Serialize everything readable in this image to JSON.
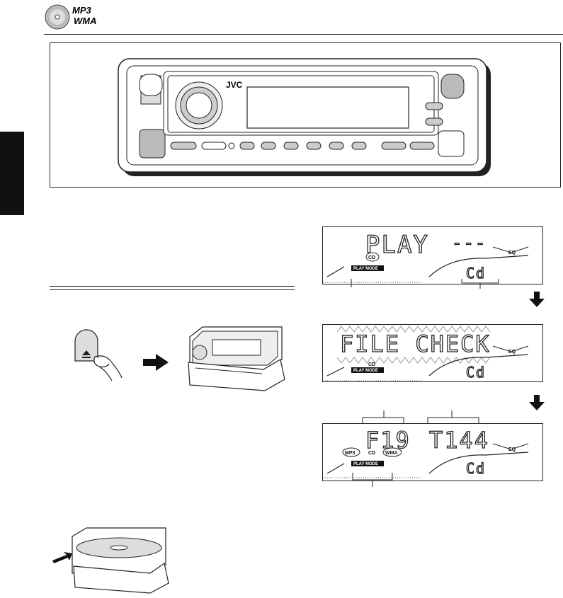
{
  "header": {
    "logo_line1": "MP3",
    "logo_line2": "WMA"
  },
  "car_unit": {
    "brand": "JVC"
  },
  "displays": [
    {
      "id": "display-play",
      "main_text": "PLAY",
      "right_text": "---",
      "source_indicator": "CD",
      "mode_label": "PLAY MODE",
      "eq_label": "EQ",
      "disc_text": "Cd"
    },
    {
      "id": "display-file-check",
      "main_text": "FILE CHECK",
      "source_indicator": "CD",
      "mode_label": "PLAY MODE",
      "eq_label": "EQ",
      "disc_text": "Cd"
    },
    {
      "id": "display-folder-track",
      "folder_text": "F19",
      "track_text": "T144",
      "indicators": [
        "MP3",
        "CD",
        "WMA"
      ],
      "mode_label": "PLAY MODE",
      "eq_label": "EQ",
      "disc_text": "Cd"
    }
  ]
}
